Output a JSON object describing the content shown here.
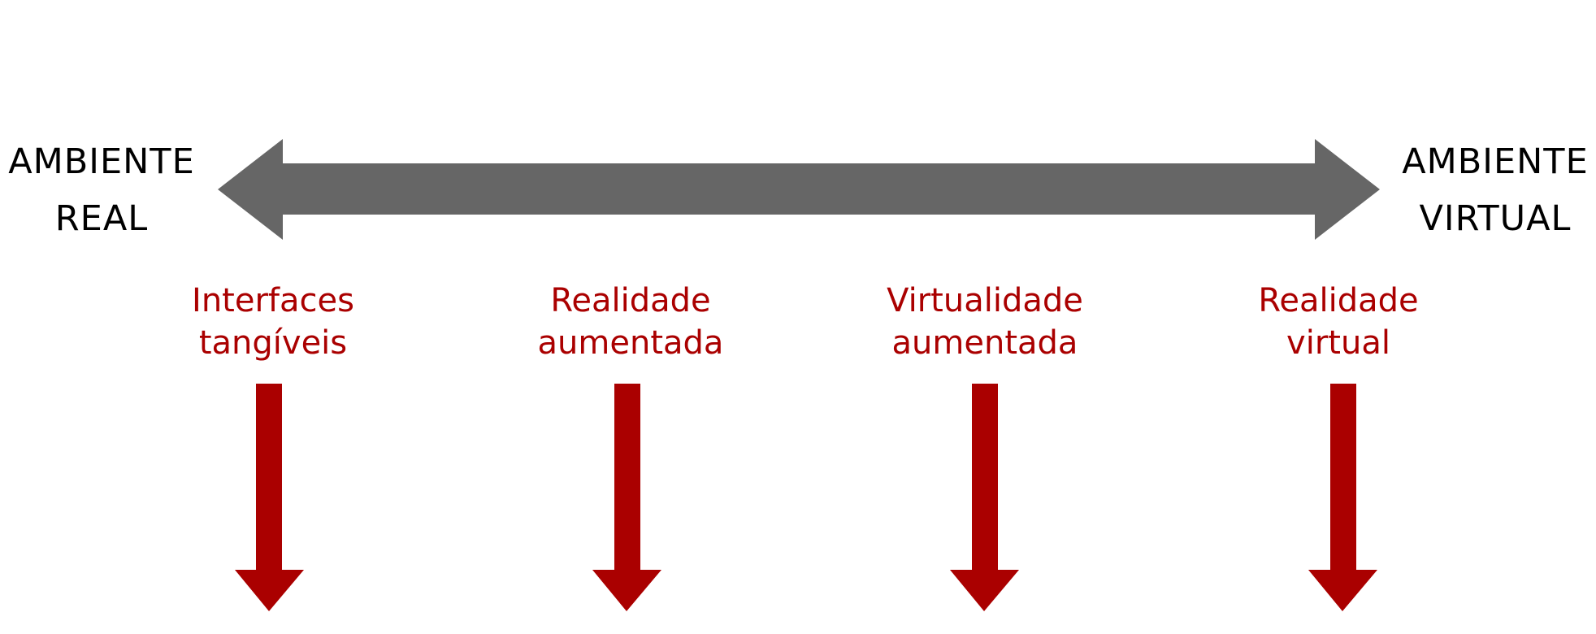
{
  "colors": {
    "background": "#ffffff",
    "axis_arrow": "#666666",
    "category": "#aa0000",
    "endpoint_text": "#000000"
  },
  "axis": {
    "left_end": {
      "line1": "AMBIENTE",
      "line2": "REAL"
    },
    "right_end": {
      "line1": "AMBIENTE",
      "line2": "VIRTUAL"
    }
  },
  "categories": [
    {
      "line1": "Interfaces",
      "line2": "tangíveis"
    },
    {
      "line1": "Realidade",
      "line2": "aumentada"
    },
    {
      "line1": "Virtualidade",
      "line2": "aumentada"
    },
    {
      "line1": "Realidade",
      "line2": "virtual"
    }
  ]
}
